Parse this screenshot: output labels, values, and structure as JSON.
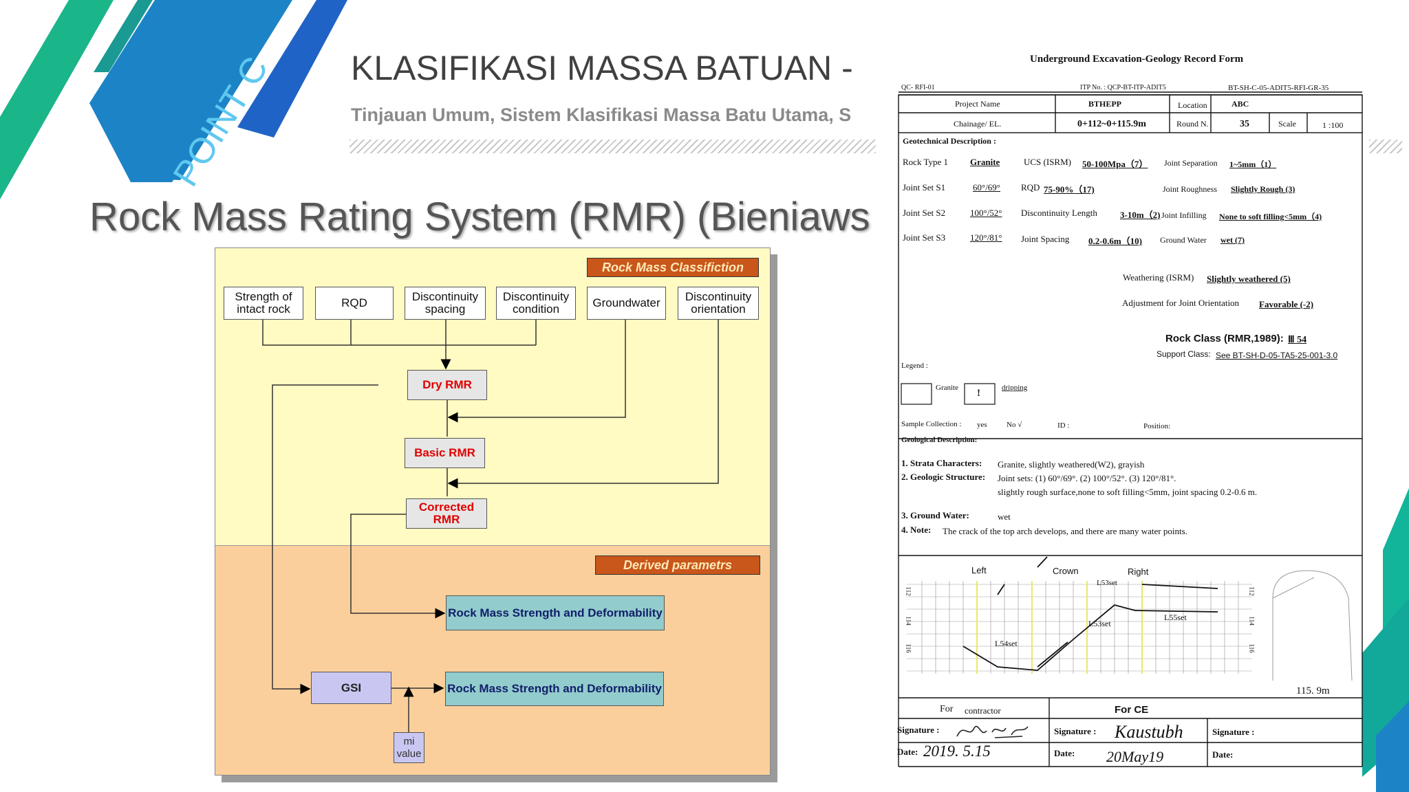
{
  "slide": {
    "badge": "POINT C",
    "title": "KLASIFIKASI MASSA BATUAN -",
    "subtitle": "Tinjauan Umum, Sistem Klasifikasi Massa Batu Utama, S",
    "heading": "Rock Mass Rating System (RMR) (Bieniaws",
    "colors": {
      "teal": "#1bb58a",
      "blue": "#1f63c6",
      "mid": "#1c84c6",
      "right_accent": "#12b59a"
    }
  },
  "flowchart": {
    "top_tag": "Rock Mass Classifiction",
    "params": [
      "Strength of\nintact rock",
      "RQD",
      "Discontinuity\nspacing",
      "Discontinuity\ncondition",
      "Groundwater",
      "Discontinuity\norientation"
    ],
    "dry": "Dry RMR",
    "basic": "Basic RMR",
    "corrected": "Corrected\nRMR",
    "bottom_tag": "Derived parametrs",
    "strength1": "Rock Mass Strength  and Deformability",
    "strength2": "Rock Mass Strength  and Deformability",
    "gsi": "GSI",
    "mi": "mi\nvalue",
    "colors": {
      "top_bg": "#fffbc2",
      "bottom_bg": "#fbcf9c",
      "tag": "#c9561a"
    }
  },
  "form": {
    "title": "Underground Excavation-Geology Record Form",
    "ref_left": "QC- RFI-01",
    "ref_mid": "ITP No. : QCP-BT-ITP-ADIT5",
    "ref_right": "BT-SH-C-05-ADIT5-RFI-GR-35",
    "project_name_label": "Project Name",
    "project_name": "BTHEPP",
    "location_label": "Location",
    "location": "ABC",
    "chainage_label": "Chainage/ EL.",
    "chainage": "0+112~0+115.9m",
    "round_label": "Round N.",
    "round": "35",
    "scale_label": "Scale",
    "scale": "1 :100",
    "geotech_label": "Geotechnical Description :",
    "rows": [
      {
        "a_label": "Rock Type 1",
        "a": "Granite",
        "b_label": "UCS (ISRM)",
        "b": "50-100Mpa（7）",
        "c_label": "Joint Separation",
        "c": "1~5mm（1）"
      },
      {
        "a_label": "Joint Set S1",
        "a": "60°/69°",
        "b_label": "RQD",
        "b": "75-90%（17)",
        "c_label": "Joint Roughness",
        "c": "Slightly Rough (3)"
      },
      {
        "a_label": "Joint Set S2",
        "a": "100°/52°",
        "b_label": "Discontinuity Length",
        "b": "3-10m（2)",
        "c_label": "Joint Infilling",
        "c": "None to soft filling<5mm（4)"
      },
      {
        "a_label": "Joint Set S3",
        "a": "120°/81°",
        "b_label": "Joint Spacing",
        "b": "0.2-0.6m（10)",
        "c_label": "Ground Water",
        "c": "wet (7)"
      }
    ],
    "weathering_label": "Weathering (ISRM)",
    "weathering": "Slightly  weathered  (5)",
    "adjust_label": "Adjustment for Joint Orientation",
    "adjust": "Favorable  (-2)",
    "rock_class_label": "Rock Class (RMR,1989):",
    "rock_class": "Ⅲ  54",
    "support_label": "Support Class:",
    "support": "See BT-SH-D-05-TA5-25-001-3.0",
    "legend_label": "Legend :",
    "legend_granite": "Granite",
    "legend_mark": "!",
    "legend_dripping": "dripping",
    "sample_label": "Sample  Collection :",
    "sample_yes": "yes",
    "sample_no": "No  √",
    "id_label": "ID :",
    "position_label": "Position:",
    "geol_label": "Geological Description:",
    "desc1_label": "1. Strata Characters:",
    "desc1": "Granite,  slightly weathered(W2), grayish",
    "desc2_label": "2. Geologic Structure:",
    "desc2a": "Joint  sets: (1) 60°/69°. (2) 100°/52°. (3) 120°/81°.",
    "desc2b": "slightly rough surface,none to soft  filling<5mm, joint spacing 0.2-0.6 m.",
    "desc3_label": "3. Ground Water:",
    "desc3": "wet",
    "desc4_label": "4. Note:",
    "desc4": "The crack of the top arch develops, and there are many water points.",
    "sketch_left": "Left",
    "sketch_crown": "Crown",
    "sketch_right": "Right",
    "sketch_l53": "L53set",
    "sketch_l54": "L54set",
    "sketch_l55": "L55set",
    "sketch_l53top": "L53set",
    "chain_left": [
      "112",
      "114",
      "116"
    ],
    "chain_right": [
      "112",
      "114",
      "116"
    ],
    "sketch_end": "115. 9m",
    "for_label": "For",
    "contractor": "contractor",
    "for_ce": "For CE",
    "sig_label": "Signature :",
    "date_label": "Date:",
    "date_hw": "2019. 5.15",
    "sig_ce_hw": "Kaustubh",
    "date_ce_hw": "20May19"
  }
}
